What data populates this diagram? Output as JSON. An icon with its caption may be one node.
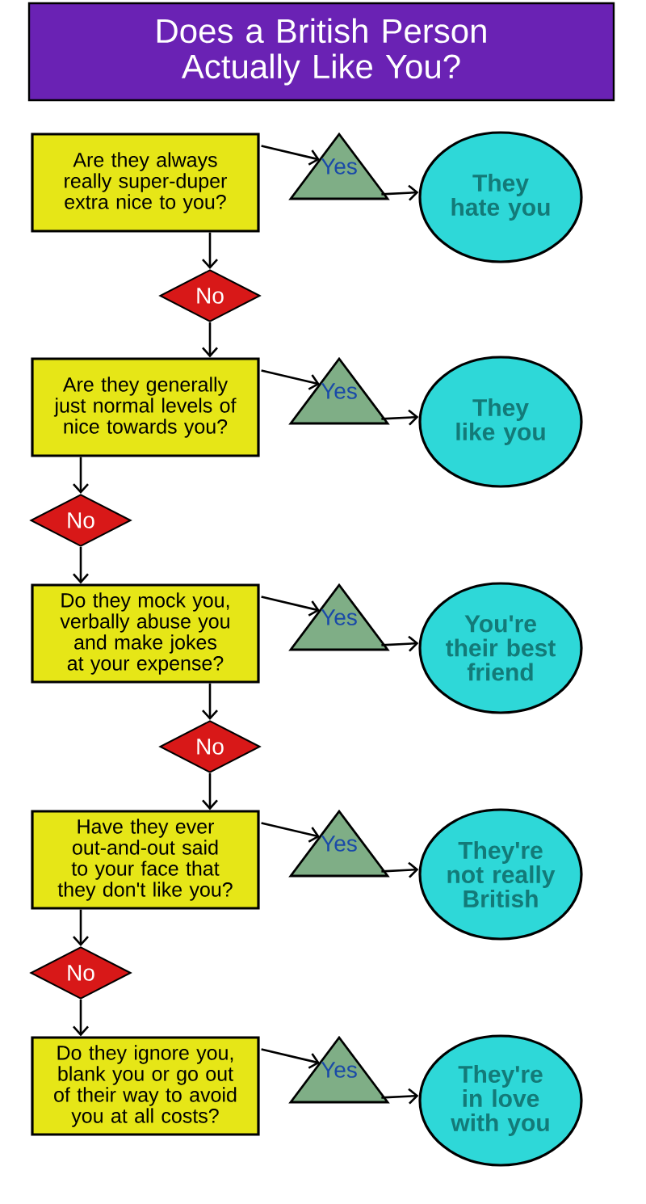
{
  "diagram": {
    "title": "Does a British Person Actually Like You?",
    "nodes": [
      {
        "text": [
          "Are they always really super-duper extra nice to you?"
        ]
      },
      {
        "text": [
          "Yes"
        ]
      },
      {
        "text": [
          "They hate you"
        ]
      },
      {
        "text": [
          "No"
        ]
      },
      {
        "text": [
          "Are they generally just normal levels of nice towards you?"
        ]
      },
      {
        "text": [
          "Yes"
        ]
      },
      {
        "text": [
          "They like you"
        ]
      },
      {
        "text": [
          "No"
        ]
      },
      {
        "text": [
          "Do they mock you, verbally abuse you and make jokes at your expense?"
        ]
      },
      {
        "text": [
          "Yes"
        ]
      },
      {
        "text": [
          "You're their best friend"
        ]
      },
      {
        "text": [
          "No"
        ]
      },
      {
        "text": [
          "Have they ever out-and-out said to your face that they don't like you?"
        ]
      },
      {
        "text": [
          "Yes"
        ]
      },
      {
        "text": [
          "They're not really British"
        ]
      },
      {
        "text": [
          "No"
        ]
      },
      {
        "text": [
          "Do they ignore you, blank you or go out of their way to avoid you at all costs?"
        ]
      },
      {
        "text": [
          "Yes"
        ]
      },
      {
        "text": [
          "They're in love with you"
        ]
      }
    ],
    "edges": [
      {
        "from": 0,
        "to": 1,
        "arrow": "to"
      },
      {
        "from": 1,
        "to": 2,
        "arrow": "to"
      },
      {
        "from": 0,
        "to": 3,
        "arrow": "to"
      },
      {
        "from": 3,
        "to": 4,
        "arrow": "to"
      },
      {
        "from": 4,
        "to": 5,
        "arrow": "to"
      },
      {
        "from": 5,
        "to": 6,
        "arrow": "to"
      },
      {
        "from": 4,
        "to": 7,
        "arrow": "to"
      },
      {
        "from": 7,
        "to": 8,
        "arrow": "to"
      },
      {
        "from": 8,
        "to": 9,
        "arrow": "to"
      },
      {
        "from": 9,
        "to": 10,
        "arrow": "to"
      },
      {
        "from": 8,
        "to": 11,
        "arrow": "to"
      },
      {
        "from": 11,
        "to": 12,
        "arrow": "to"
      },
      {
        "from": 12,
        "to": 13,
        "arrow": "to"
      },
      {
        "from": 13,
        "to": 14,
        "arrow": "to"
      },
      {
        "from": 12,
        "to": 15,
        "arrow": "to"
      },
      {
        "from": 15,
        "to": 16,
        "arrow": "to"
      },
      {
        "from": 16,
        "to": 17,
        "arrow": "to"
      },
      {
        "from": 17,
        "to": 18,
        "arrow": "to"
      }
    ]
  }
}
